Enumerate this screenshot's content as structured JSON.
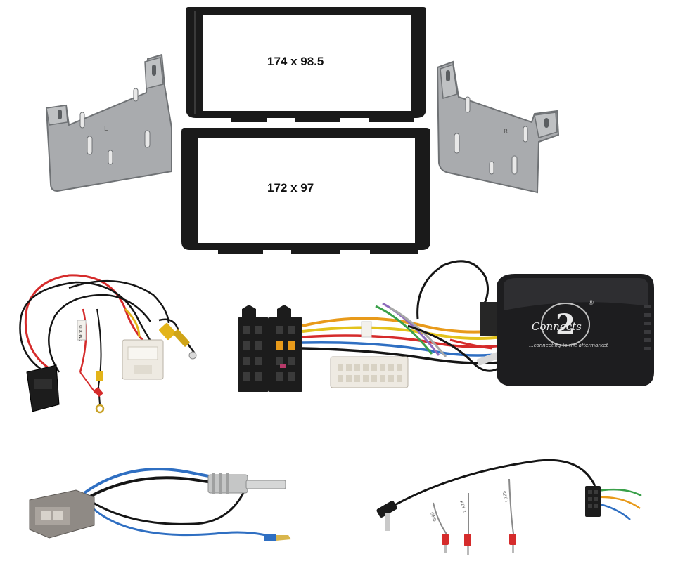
{
  "fascia": {
    "upper": {
      "dimension_label": "174 x 98.5"
    },
    "lower": {
      "dimension_label": "172 x 97"
    }
  },
  "brackets": {
    "left": {
      "marking": "L"
    },
    "right": {
      "marking": "R"
    }
  },
  "interface": {
    "logo_text": "Connects",
    "logo_numeral": "2",
    "logo_trademark": "®",
    "tagline": "...connecting to the aftermarket"
  },
  "wire_labels": {
    "camera_harness": "CMOCD",
    "patch_lead_1": "GND",
    "patch_lead_2": "KEY 2",
    "patch_lead_3": "KEY 1"
  },
  "colors": {
    "background": "#ffffff",
    "frame": "#1a1a1a",
    "bracket_metal": "#a9abae",
    "bracket_edge": "#6f7275",
    "box_body": "#1d1d1f",
    "connector_white": "#eeeae2",
    "connector_black": "#1c1c1c",
    "rca_yellow": "#e3b419",
    "wire_red": "#d52b2b",
    "wire_blue": "#2f6fc2",
    "wire_black": "#151515",
    "fascia_metal": "#c5c6c6"
  }
}
